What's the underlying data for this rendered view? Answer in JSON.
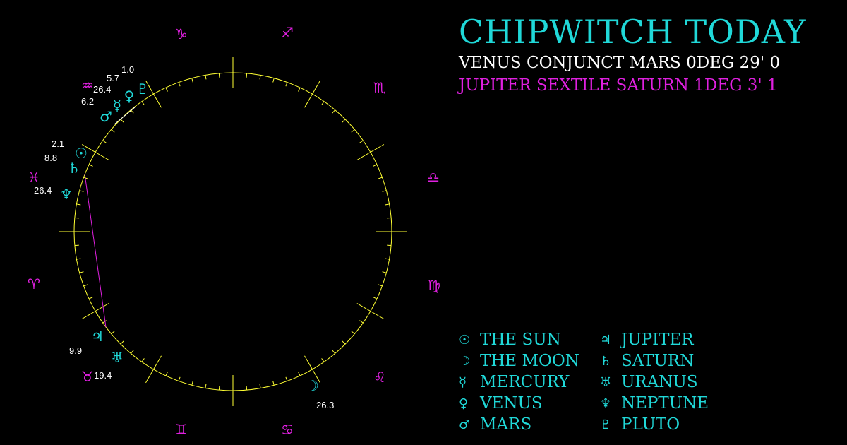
{
  "title": "CHIPWITCH TODAY",
  "aspects": [
    "VENUS CONJUNCT MARS 0DEG 29' 0",
    "JUPITER SEXTILE SATURN 1DEG 3' 1"
  ],
  "signs": [
    {
      "name": "capricorn",
      "glyph": "♑"
    },
    {
      "name": "sagittarius",
      "glyph": "♐"
    },
    {
      "name": "scorpio",
      "glyph": "♏"
    },
    {
      "name": "libra",
      "glyph": "♎"
    },
    {
      "name": "virgo",
      "glyph": "♍"
    },
    {
      "name": "leo",
      "glyph": "♌"
    },
    {
      "name": "cancer",
      "glyph": "♋"
    },
    {
      "name": "gemini",
      "glyph": "♊"
    },
    {
      "name": "taurus",
      "glyph": "♉"
    },
    {
      "name": "aries",
      "glyph": "♈"
    },
    {
      "name": "pisces",
      "glyph": "♓"
    },
    {
      "name": "aquarius",
      "glyph": "♒"
    }
  ],
  "planets": [
    {
      "name": "pluto",
      "glyph": "♇",
      "degree": "1.0"
    },
    {
      "name": "venus",
      "glyph": "♀",
      "degree": "5.7"
    },
    {
      "name": "mercury",
      "glyph": "☿",
      "degree": "26.4"
    },
    {
      "name": "mars",
      "glyph": "♂",
      "degree": "6.2"
    },
    {
      "name": "sun",
      "glyph": "☉",
      "degree": "2.1"
    },
    {
      "name": "saturn",
      "glyph": "♄",
      "degree": "8.8"
    },
    {
      "name": "neptune",
      "glyph": "♆",
      "degree": "26.4"
    },
    {
      "name": "jupiter",
      "glyph": "♃",
      "degree": "9.9"
    },
    {
      "name": "uranus",
      "glyph": "♅",
      "degree": "19.4"
    },
    {
      "name": "moon",
      "glyph": "☽",
      "degree": "26.3"
    }
  ],
  "legend": [
    [
      {
        "glyph": "☉",
        "label": "THE SUN"
      },
      {
        "glyph": "☽",
        "label": "THE MOON"
      },
      {
        "glyph": "☿",
        "label": "MERCURY"
      },
      {
        "glyph": "♀",
        "label": "VENUS"
      },
      {
        "glyph": "♂",
        "label": "MARS"
      }
    ],
    [
      {
        "glyph": "♃",
        "label": "JUPITER"
      },
      {
        "glyph": "♄",
        "label": "SATURN"
      },
      {
        "glyph": "♅",
        "label": "URANUS"
      },
      {
        "glyph": "♆",
        "label": "NEPTUNE"
      },
      {
        "glyph": "♇",
        "label": "PLUTO"
      }
    ]
  ],
  "colors": {
    "planet": "#20d8d8",
    "sign": "#e020e0",
    "wheel": "#ffff33",
    "aspect_line": "#e020e0"
  }
}
